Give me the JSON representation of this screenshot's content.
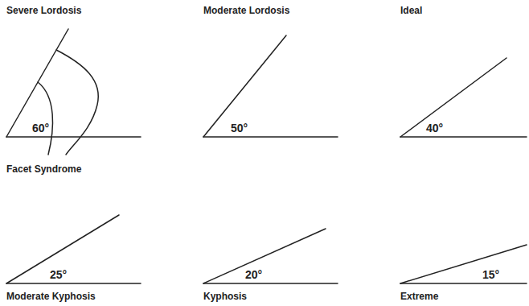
{
  "diagram": {
    "labels": [
      "Severe Lordosis",
      "Moderate Lordosis",
      "Ideal",
      "60°",
      "50°",
      "40°",
      "Facet Syndrome",
      "25°",
      "20°",
      "15°",
      "Moderate Kyphosis",
      "Kyphosis",
      "Extreme"
    ]
  }
}
